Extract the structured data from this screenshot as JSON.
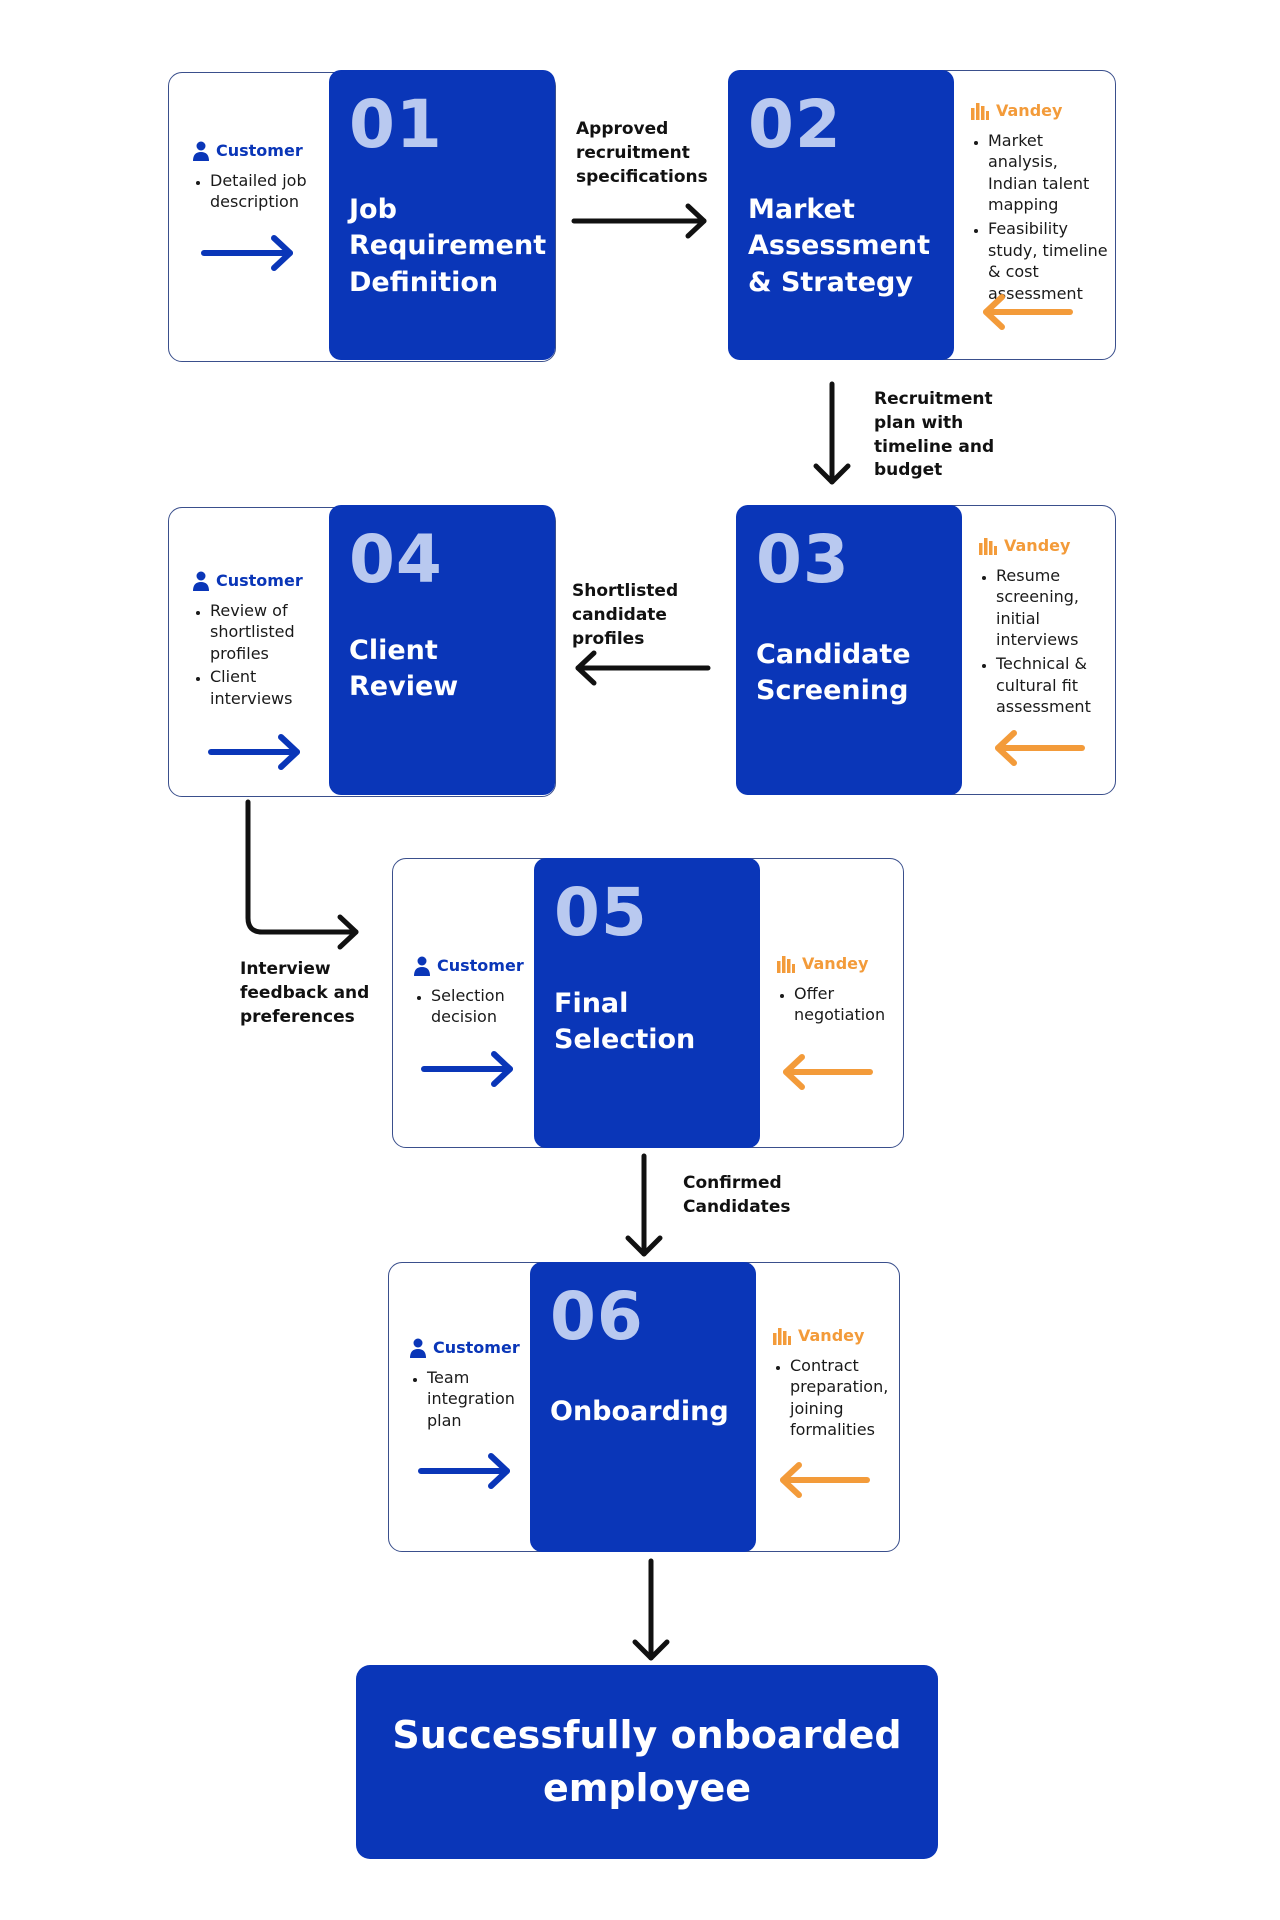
{
  "colors": {
    "step_blue": "#0a36b8",
    "number_tint": "#b9c9f0",
    "customer_blue": "#0a36b8",
    "vandey_orange": "#f39b3a",
    "frame_border": "#3a4f8c"
  },
  "customer_label": "Customer",
  "vandey_label": "Vandey",
  "steps": [
    {
      "number": "01",
      "title": "Job Requirement Definition",
      "customer": [
        "Detailed job description"
      ],
      "vandey": []
    },
    {
      "number": "02",
      "title": "Market Assessment & Strategy",
      "customer": [],
      "vandey": [
        "Market analysis, Indian talent mapping",
        "Feasibility study, timeline & cost assessment"
      ]
    },
    {
      "number": "03",
      "title": "Candidate Screening",
      "customer": [],
      "vandey": [
        "Resume screening, initial interviews",
        "Technical & cultural fit assessment"
      ]
    },
    {
      "number": "04",
      "title": "Client Review",
      "customer": [
        "Review of shortlisted profiles",
        "Client interviews"
      ],
      "vandey": []
    },
    {
      "number": "05",
      "title": "Final Selection",
      "customer": [
        "Selection decision"
      ],
      "vandey": [
        "Offer negotiation"
      ]
    },
    {
      "number": "06",
      "title": "Onboarding",
      "customer": [
        "Team integration plan"
      ],
      "vandey": [
        "Contract preparation, joining formalities"
      ]
    }
  ],
  "edges": [
    "Approved recruitment specifications",
    "Recruitment plan with timeline and budget",
    "Shortlisted candidate profiles",
    "Interview feedback and preferences",
    "Confirmed Candidates"
  ],
  "outcome": "Successfully onboarded employee"
}
